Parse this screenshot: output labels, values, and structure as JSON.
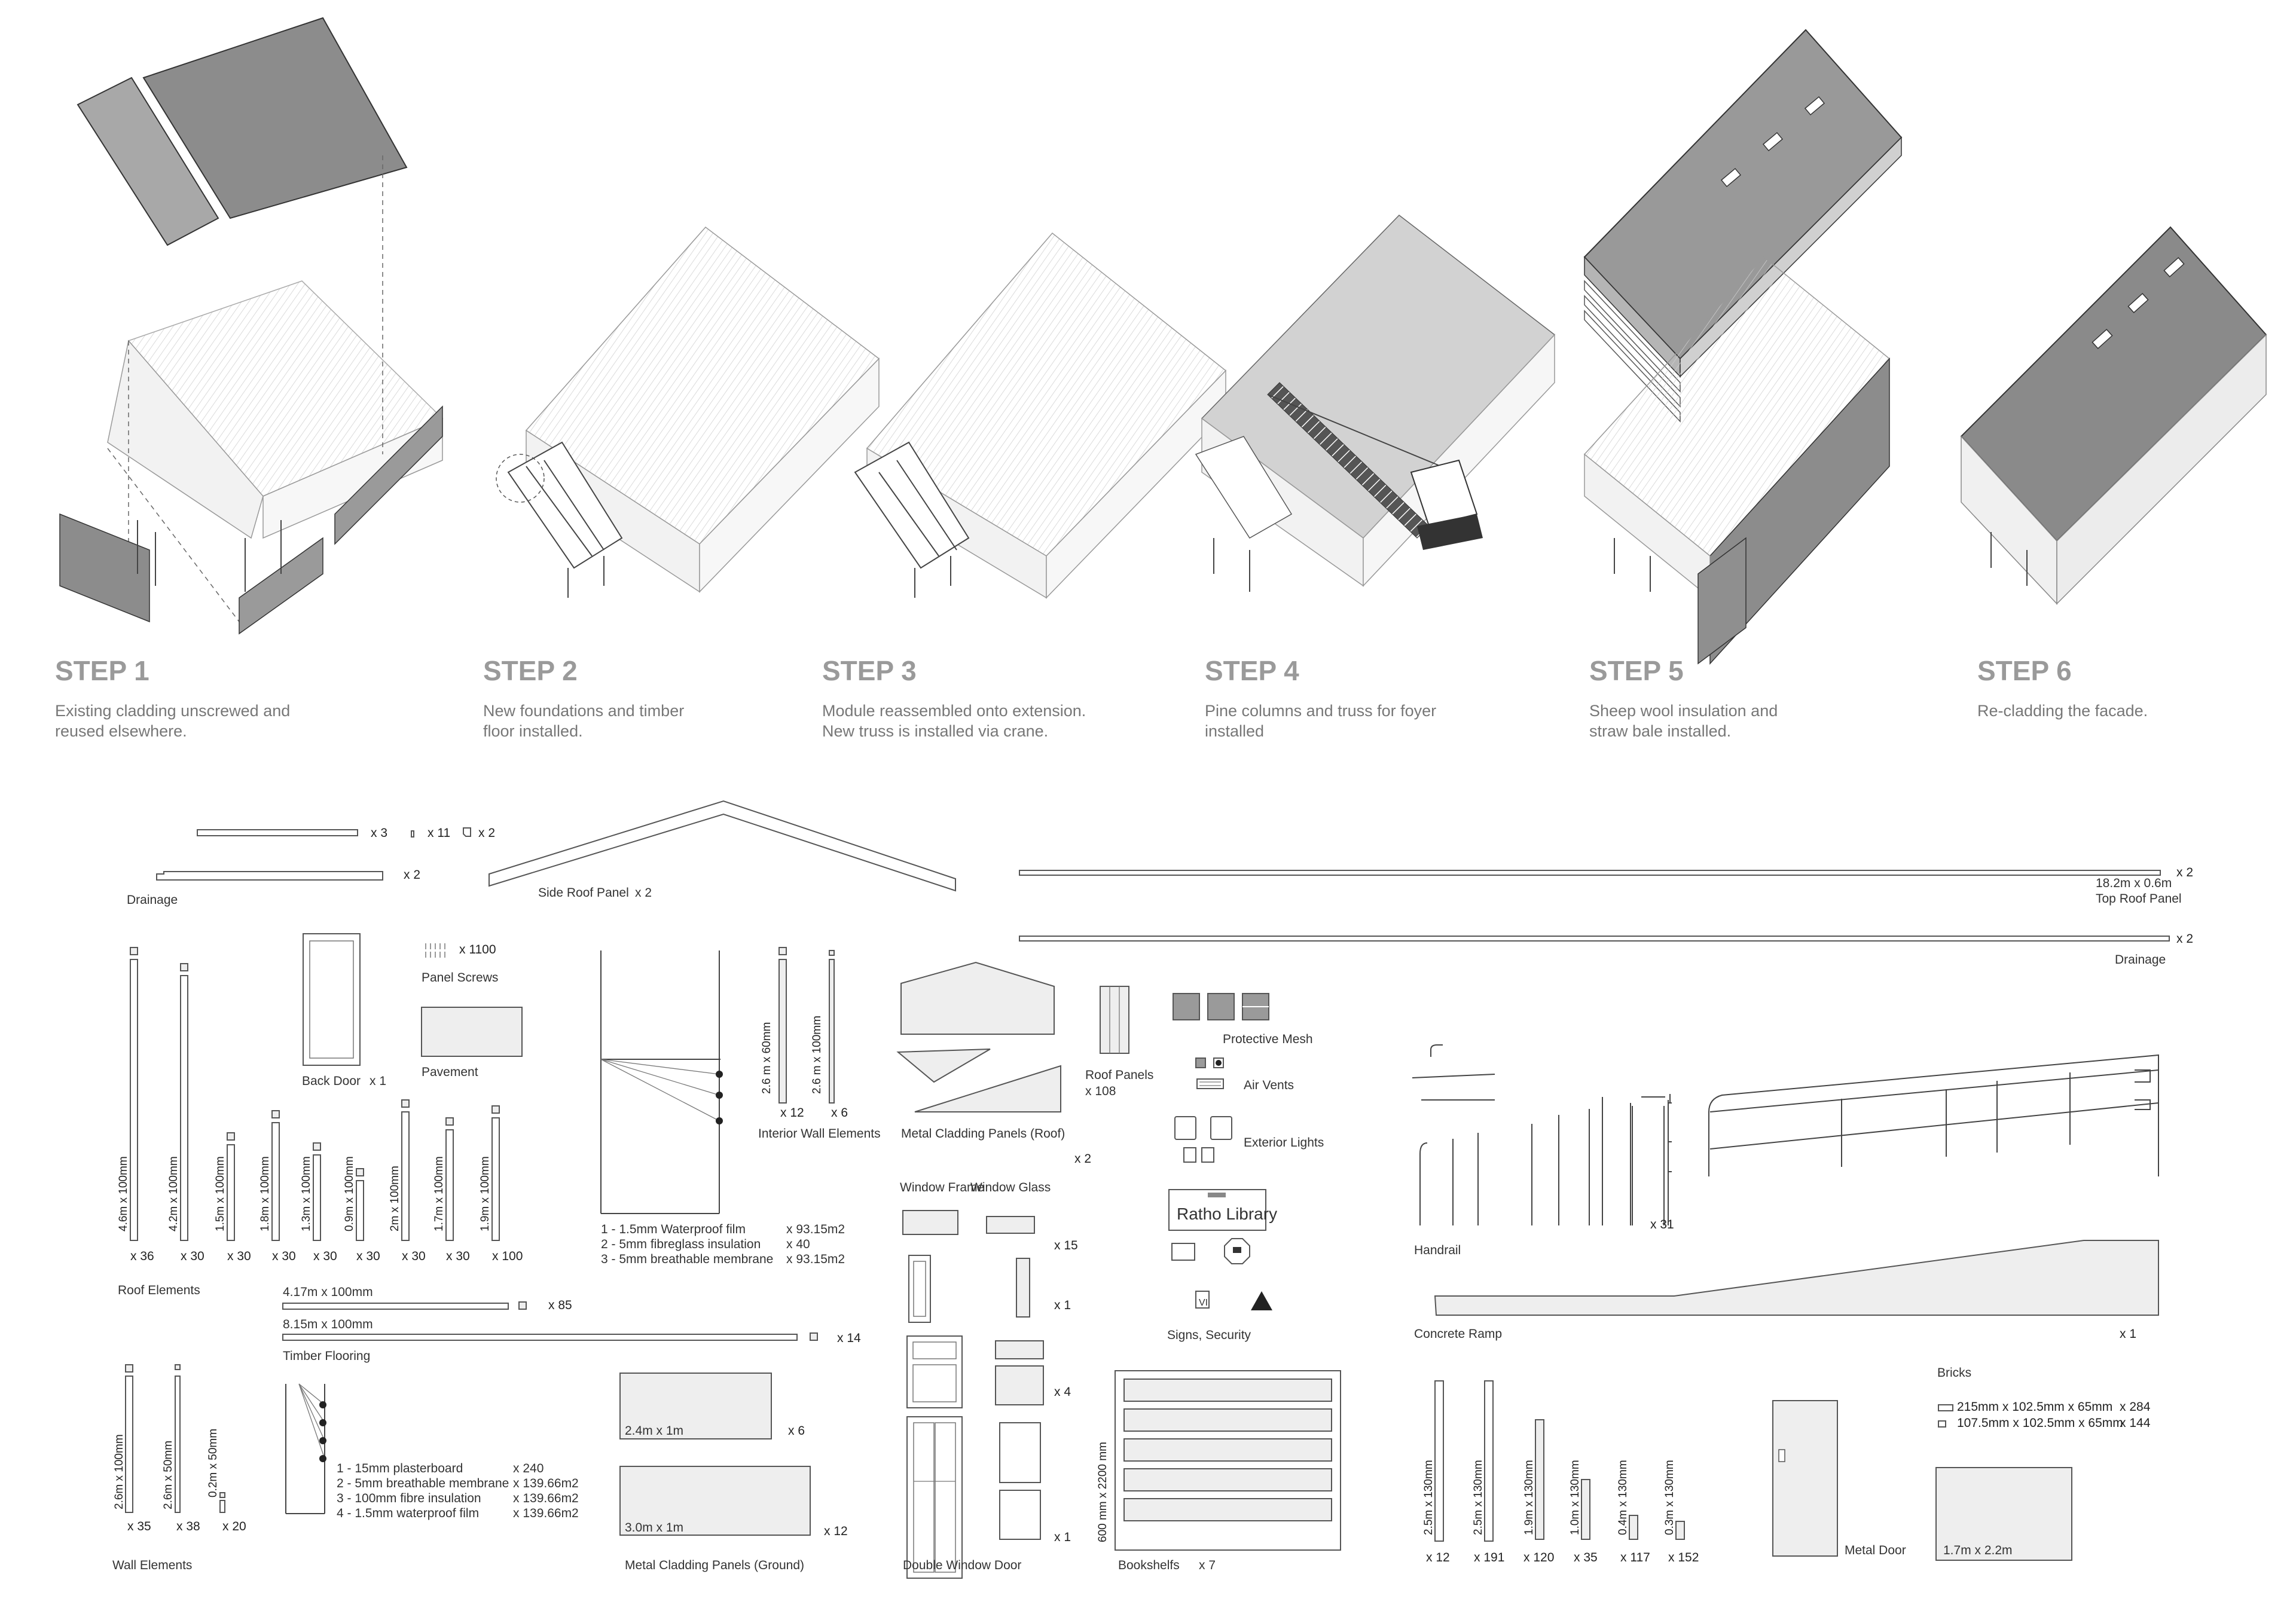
{
  "steps": [
    {
      "title": "STEP 1",
      "line1": "Existing cladding unscrewed and",
      "line2": "reused elsewhere."
    },
    {
      "title": "STEP 2",
      "line1": "New foundations and timber",
      "line2": "floor installed."
    },
    {
      "title": "STEP 3",
      "line1": "Module reassembled onto extension.",
      "line2": "New truss is installed via crane."
    },
    {
      "title": "STEP 4",
      "line1": "Pine columns and truss for foyer",
      "line2": "installed"
    },
    {
      "title": "STEP 5",
      "line1": "Sheep wool insulation and",
      "line2": "straw bale installed."
    },
    {
      "title": "STEP 6",
      "line1": "Re-cladding the facade.",
      "line2": ""
    }
  ],
  "components": {
    "drainage_small": {
      "label": "Drainage",
      "count_a": "x 3",
      "count_b": "x 11",
      "count_c": "x 2",
      "count_d": "x 2"
    },
    "side_roof_panel": {
      "label": "Side Roof Panel",
      "count": "x 2"
    },
    "top_roof_panel": {
      "label": "Top Roof Panel",
      "size": "18.2m x 0.6m",
      "count": "x 2"
    },
    "drainage_long": {
      "label": "Drainage",
      "count": "x 2"
    },
    "roof_elements": {
      "label": "Roof Elements",
      "items": [
        {
          "size": "4.6m x 100mm",
          "count": "x 36"
        },
        {
          "size": "4.2m x 100mm",
          "count": "x 30"
        },
        {
          "size": "1.5m x 100mm",
          "count": "x 30"
        },
        {
          "size": "1.8m x 100mm",
          "count": "x 30"
        },
        {
          "size": "1.3m x 100mm",
          "count": "x 30"
        },
        {
          "size": "0.9m x 100mm",
          "count": "x 30"
        },
        {
          "size": "2m x 100mm",
          "count": "x 30"
        },
        {
          "size": "1.7m x 100mm",
          "count": "x 30"
        },
        {
          "size": "1.9m x 100mm",
          "count": "x 100"
        }
      ]
    },
    "back_door": {
      "label": "Back Door",
      "count": "x 1"
    },
    "panel_screws": {
      "label": "Panel Screws",
      "count": "x 1100"
    },
    "pavement": {
      "label": "Pavement"
    },
    "roof_layers": {
      "line1": "1 - 1.5mm Waterproof film",
      "count1": "x 93.15m2",
      "line2": "2 - 5mm fibreglass insulation",
      "count2": "x 40",
      "line3": "3 - 5mm breathable membrane",
      "count3": "x 93.15m2"
    },
    "interior_wall": {
      "label": "Interior Wall Elements",
      "size_a": "2.6 m x 60mm",
      "count_a": "x 12",
      "size_b": "2.6 m x 100mm",
      "count_b": "x 6"
    },
    "metal_cladding_roof": {
      "label": "Metal Cladding Panels (Roof)",
      "count": "x 2"
    },
    "roof_panels": {
      "label": "Roof Panels",
      "count": "x 108"
    },
    "protective_mesh": {
      "label": "Protective Mesh"
    },
    "air_vents": {
      "label": "Air Vents"
    },
    "exterior_lights": {
      "label": "Exterior Lights"
    },
    "window_frame": {
      "label": "Window Frame"
    },
    "window_glass": {
      "label": "Window Glass"
    },
    "windows": {
      "count_1": "x 15",
      "count_2": "x 1",
      "count_3": "x 4",
      "count_4": "x 1"
    },
    "double_window_door": {
      "label": "Double Window Door"
    },
    "signs": {
      "label": "Signs, Security",
      "library_sign": "Ratho Library",
      "sign_mark": "VI"
    },
    "bookshelves": {
      "label": "Bookshelfs",
      "size": "600 mm x 2200 mm",
      "count": "x 7"
    },
    "handrail": {
      "label": "Handrail",
      "count": "x 31"
    },
    "concrete_ramp": {
      "label": "Concrete Ramp",
      "count": "x 1"
    },
    "timber_flooring": {
      "label": "Timber Flooring",
      "size_a": "4.17m x 100mm",
      "count_a": "x 85",
      "size_b": "8.15m x 100mm",
      "count_b": "x 14"
    },
    "wall_elements": {
      "label": "Wall Elements",
      "items": [
        {
          "size": "2.6m x 100mm",
          "count": "x 35"
        },
        {
          "size": "2.6m x 50mm",
          "count": "x 38"
        },
        {
          "size": "0.2m x 50mm",
          "count": "x 20"
        }
      ]
    },
    "wall_layers": {
      "line1": "1 - 15mm plasterboard",
      "count1": "x 240",
      "line2": "2 - 5mm breathable membrane",
      "count2": "x 139.66m2",
      "line3": "3 - 100mm fibre insulation",
      "count3": "x 139.66m2",
      "line4": "4 - 1.5mm waterproof film",
      "count4": "x 139.66m2"
    },
    "metal_cladding_ground": {
      "label": "Metal Cladding Panels (Ground)",
      "size_a": "2.4m x 1m",
      "count_a": "x 6",
      "size_b": "3.0m x 1m",
      "count_b": "x 12"
    },
    "straw_bales": {
      "items": [
        {
          "size": "2.5m x 130mm",
          "count": "x 12"
        },
        {
          "size": "2.5m x 130mm",
          "count": "x 191"
        },
        {
          "size": "1.9m x 130mm",
          "count": "x 120"
        },
        {
          "size": "1.0m x 130mm",
          "count": "x 35"
        },
        {
          "size": "0.4m x 130mm",
          "count": "x 117"
        },
        {
          "size": "0.3m x 130mm",
          "count": "x 152"
        }
      ]
    },
    "metal_door": {
      "label": "Metal Door"
    },
    "bricks": {
      "label": "Bricks",
      "line1": "215mm x 102.5mm x 65mm",
      "count1": "x 284",
      "line2": "107.5mm x 102.5mm x 65mm",
      "count2": "x 144"
    },
    "concrete_slab": {
      "size": "1.7m x 2.2m"
    }
  }
}
